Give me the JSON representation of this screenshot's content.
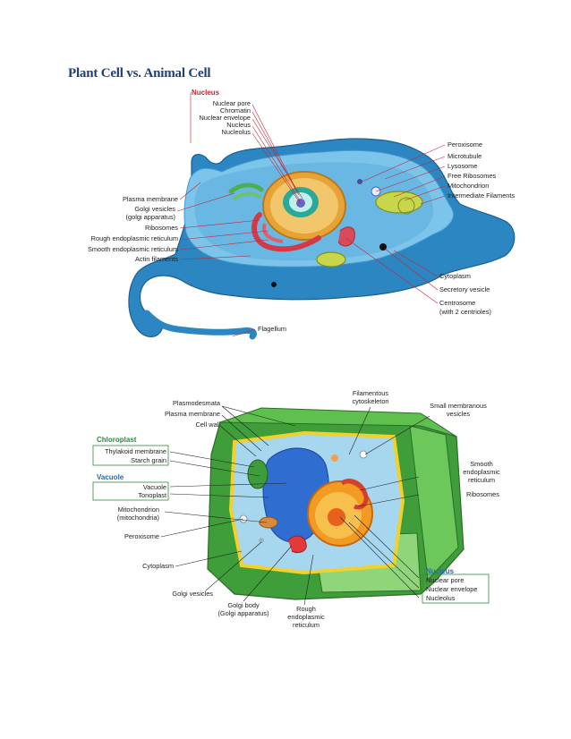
{
  "page": {
    "title": "Plant Cell vs. Animal Cell"
  },
  "animal_cell": {
    "nucleus_group": {
      "title": "Nucleus",
      "items": [
        "Nuclear pore",
        "Chromatin",
        "Nuclear envelope",
        "Nucleus",
        "Nucleolus"
      ]
    },
    "left_labels": [
      "Plasma membrane",
      "Golgi vesicles",
      "(golgi apparatus)",
      "Ribosomes",
      "Rough endoplasmic reticulum",
      "Smooth endoplasmic reticulum",
      "Actin filaments"
    ],
    "right_labels": [
      "Peroxisome",
      "Microtubule",
      "Lysosome",
      "Free Ribosomes",
      "Mitochondrion",
      "Intermediate Filaments"
    ],
    "right_bottom_labels": [
      "Cytoplasm",
      "Secretory vesicle",
      "Centrosome",
      "(with 2 centrioles)"
    ],
    "bottom_label": "Flagellum"
  },
  "plant_cell": {
    "top_left_labels": [
      "Plasmodesmata",
      "Plasma membrane",
      "Cell wall"
    ],
    "chloroplast_group": {
      "title": "Chloroplast",
      "items": [
        "Thylakoid membrane",
        "Starch grain"
      ]
    },
    "vacuole_group": {
      "title": "Vacuole",
      "items": [
        "Vacuole",
        "Tonoplast"
      ]
    },
    "left_labels": [
      "Mitochondrion",
      "(mitochondria)",
      "Peroxisome",
      "Cytoplasm",
      "Golgi vesicles"
    ],
    "bottom_labels": [
      "Golgi body",
      "(Golgi apparatus)",
      "Rough",
      "endoplasmic",
      "reticulum"
    ],
    "top_labels": [
      "Filamentous",
      "cytoskeleton"
    ],
    "right_labels": [
      "Small membranous",
      "vesicles",
      "Smooth",
      "endoplasmic",
      "reticulum",
      "Ribosomes"
    ],
    "nucleus_group": {
      "title": "Nucleus",
      "items": [
        "Nuclear pore",
        "Nuclear envelope",
        "Nucleolus"
      ]
    }
  }
}
